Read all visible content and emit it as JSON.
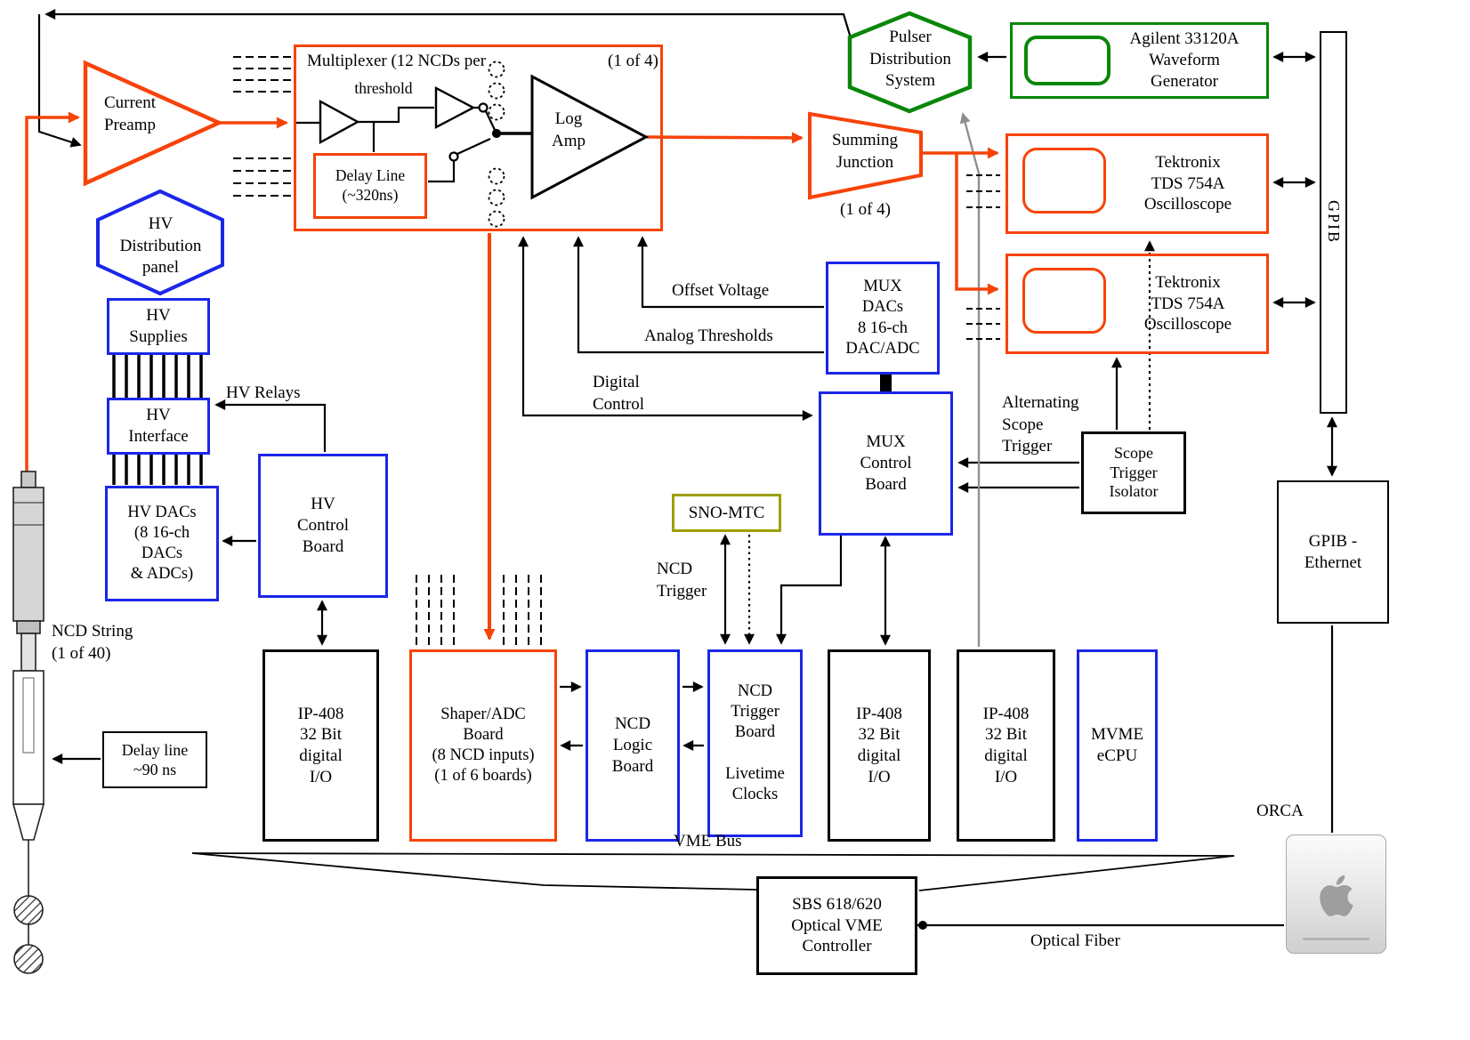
{
  "colors": {
    "orange": "#F74309",
    "blue": "#1B26E8",
    "green": "#0A870A",
    "olive": "#9DA000",
    "grey_line": "#8F8F8F",
    "black": "#000000"
  },
  "nodes": {
    "current_preamp": "Current\nPreamp",
    "multiplexer_title": "Multiplexer (12 NCDs per",
    "multiplexer_copies": "(1 of 4)",
    "threshold": "threshold",
    "delay_line": "Delay Line\n(~320ns)",
    "log_amp": "Log\nAmp",
    "pulser": "Pulser\nDistribution\nSystem",
    "agilent": "Agilent 33120A\nWaveform\nGenerator",
    "summing": "Summing\nJunction",
    "summing_copies": "(1 of 4)",
    "scope1": "Tektronix\nTDS 754A\nOscilloscope",
    "scope2": "Tektronix\nTDS 754A\nOscilloscope",
    "gpib": "GPIB",
    "hv_panel": "HV\nDistribution\npanel",
    "hv_supplies": "HV\nSupplies",
    "hv_interface": "HV\nInterface",
    "hv_dacs": "HV DACs\n(8 16-ch\nDACs\n& ADCs)",
    "hv_control": "HV\nControl\nBoard",
    "mux_dacs": "MUX\nDACs\n8 16-ch\nDAC/ADC",
    "mux_control": "MUX\nControl\nBoard",
    "sno_mtc": "SNO-MTC",
    "scope_trigger_isolator": "Scope\nTrigger\nIsolator",
    "gpib_ethernet": "GPIB -\nEthernet",
    "delay_line_90": "Delay line\n~90 ns",
    "ip408_1": "IP-408\n32 Bit\ndigital\nI/O",
    "shaper": "Shaper/ADC\nBoard\n(8 NCD inputs)\n(1 of 6  boards)",
    "ncd_logic": "NCD\nLogic\nBoard",
    "ncd_trigger_board": "NCD\nTrigger\nBoard\n\nLivetime\nClocks",
    "ip408_2": "IP-408\n32 Bit\ndigital\nI/O",
    "ip408_3": "IP-408\n32 Bit\ndigital\nI/O",
    "mvme": "MVME\neCPU",
    "sbs": "SBS 618/620\nOptical VME\nController"
  },
  "labels": {
    "offset_voltage": "Offset Voltage",
    "analog_thresholds": "Analog Thresholds",
    "digital_control": "Digital\nControl",
    "ncd_trigger": "NCD\nTrigger",
    "alternating_scope_trigger": "Alternating\nScope\nTrigger",
    "hv_relays": "HV Relays",
    "ncd_string": "NCD String\n (1 of 40)",
    "vme_bus": "VME Bus",
    "optical_fiber": "Optical Fiber",
    "orca": "ORCA"
  }
}
